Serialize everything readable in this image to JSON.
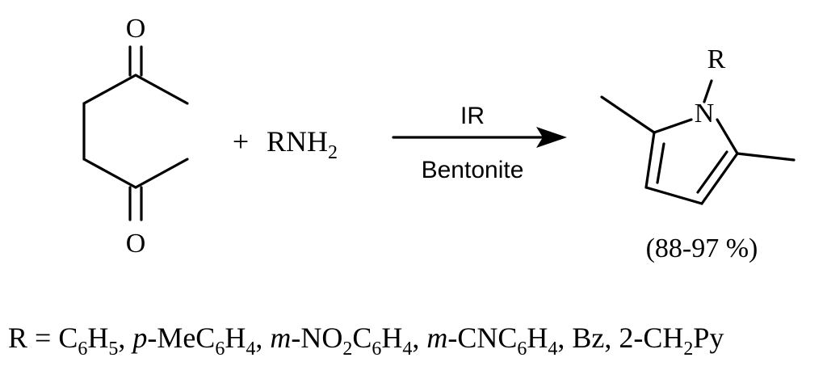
{
  "reactant_ketone": {
    "atom_top": "O",
    "atom_bottom": "O"
  },
  "plus": "+",
  "amine": {
    "base": "RNH",
    "sub": "2"
  },
  "arrow": {
    "above": "IR",
    "below": "Bentonite"
  },
  "product": {
    "substituent": "R",
    "nitrogen": "N"
  },
  "yield": "(88-97 %)",
  "r_definition": [
    {
      "text": "R = C",
      "style": "normal"
    },
    {
      "text": "6",
      "style": "sub"
    },
    {
      "text": "H",
      "style": "normal"
    },
    {
      "text": "5",
      "style": "sub"
    },
    {
      "text": ", ",
      "style": "normal"
    },
    {
      "text": "p",
      "style": "italic"
    },
    {
      "text": "-MeC",
      "style": "normal"
    },
    {
      "text": "6",
      "style": "sub"
    },
    {
      "text": "H",
      "style": "normal"
    },
    {
      "text": "4",
      "style": "sub"
    },
    {
      "text": ", ",
      "style": "normal"
    },
    {
      "text": "m",
      "style": "italic"
    },
    {
      "text": "-NO",
      "style": "normal"
    },
    {
      "text": "2",
      "style": "sub"
    },
    {
      "text": "C",
      "style": "normal"
    },
    {
      "text": "6",
      "style": "sub"
    },
    {
      "text": "H",
      "style": "normal"
    },
    {
      "text": "4",
      "style": "sub"
    },
    {
      "text": ", ",
      "style": "normal"
    },
    {
      "text": "m",
      "style": "italic"
    },
    {
      "text": "-CNC",
      "style": "normal"
    },
    {
      "text": "6",
      "style": "sub"
    },
    {
      "text": "H",
      "style": "normal"
    },
    {
      "text": "4",
      "style": "sub"
    },
    {
      "text": ", Bz, 2-CH",
      "style": "normal"
    },
    {
      "text": "2",
      "style": "sub"
    },
    {
      "text": "Py",
      "style": "normal"
    }
  ]
}
